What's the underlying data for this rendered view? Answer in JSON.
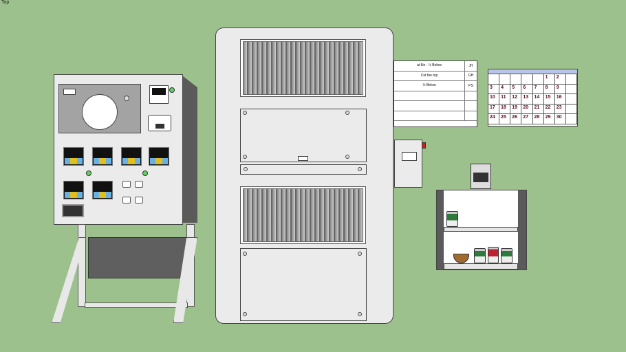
{
  "view_label": "Top",
  "colors": {
    "background": "#9dc18c",
    "led": "#5fd35f",
    "knob": "#d02020"
  },
  "whiteboard": {
    "rows": [
      {
        "text": "at 6in - ½ Below",
        "code": "JH"
      },
      {
        "text": "Cut the top",
        "code": "GH"
      },
      {
        "text": "½ Below",
        "code": "PS"
      },
      {
        "text": "",
        "code": ""
      },
      {
        "text": "",
        "code": ""
      },
      {
        "text": "",
        "code": ""
      }
    ]
  },
  "calendar": {
    "days": [
      "",
      "",
      "",
      "",
      "",
      "1",
      "2",
      "",
      "3",
      "4",
      "5",
      "6",
      "7",
      "8",
      "9",
      "",
      "10",
      "11",
      "12",
      "13",
      "14",
      "15",
      "16",
      "",
      "17",
      "18",
      "19",
      "20",
      "21",
      "22",
      "23",
      "",
      "24",
      "25",
      "26",
      "27",
      "28",
      "29",
      "30",
      ""
    ]
  }
}
